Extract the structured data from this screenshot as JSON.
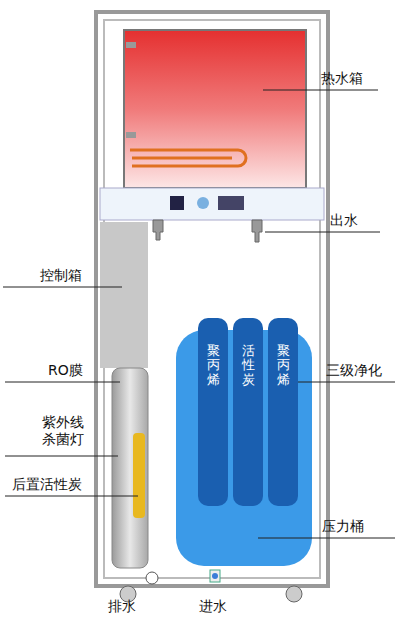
{
  "diagram": {
    "nodes": [
      {
        "text": [
          "聚丙烯"
        ]
      },
      {
        "text": [
          "活性炭"
        ]
      },
      {
        "text": [
          "聚丙烯"
        ]
      }
    ],
    "labels": [
      "热水箱",
      "出水",
      "控制箱",
      "RO膜",
      "紫外线杀菌灯",
      "三级净化",
      "后置活性炭",
      "压力桶",
      "排水",
      "进水"
    ]
  }
}
